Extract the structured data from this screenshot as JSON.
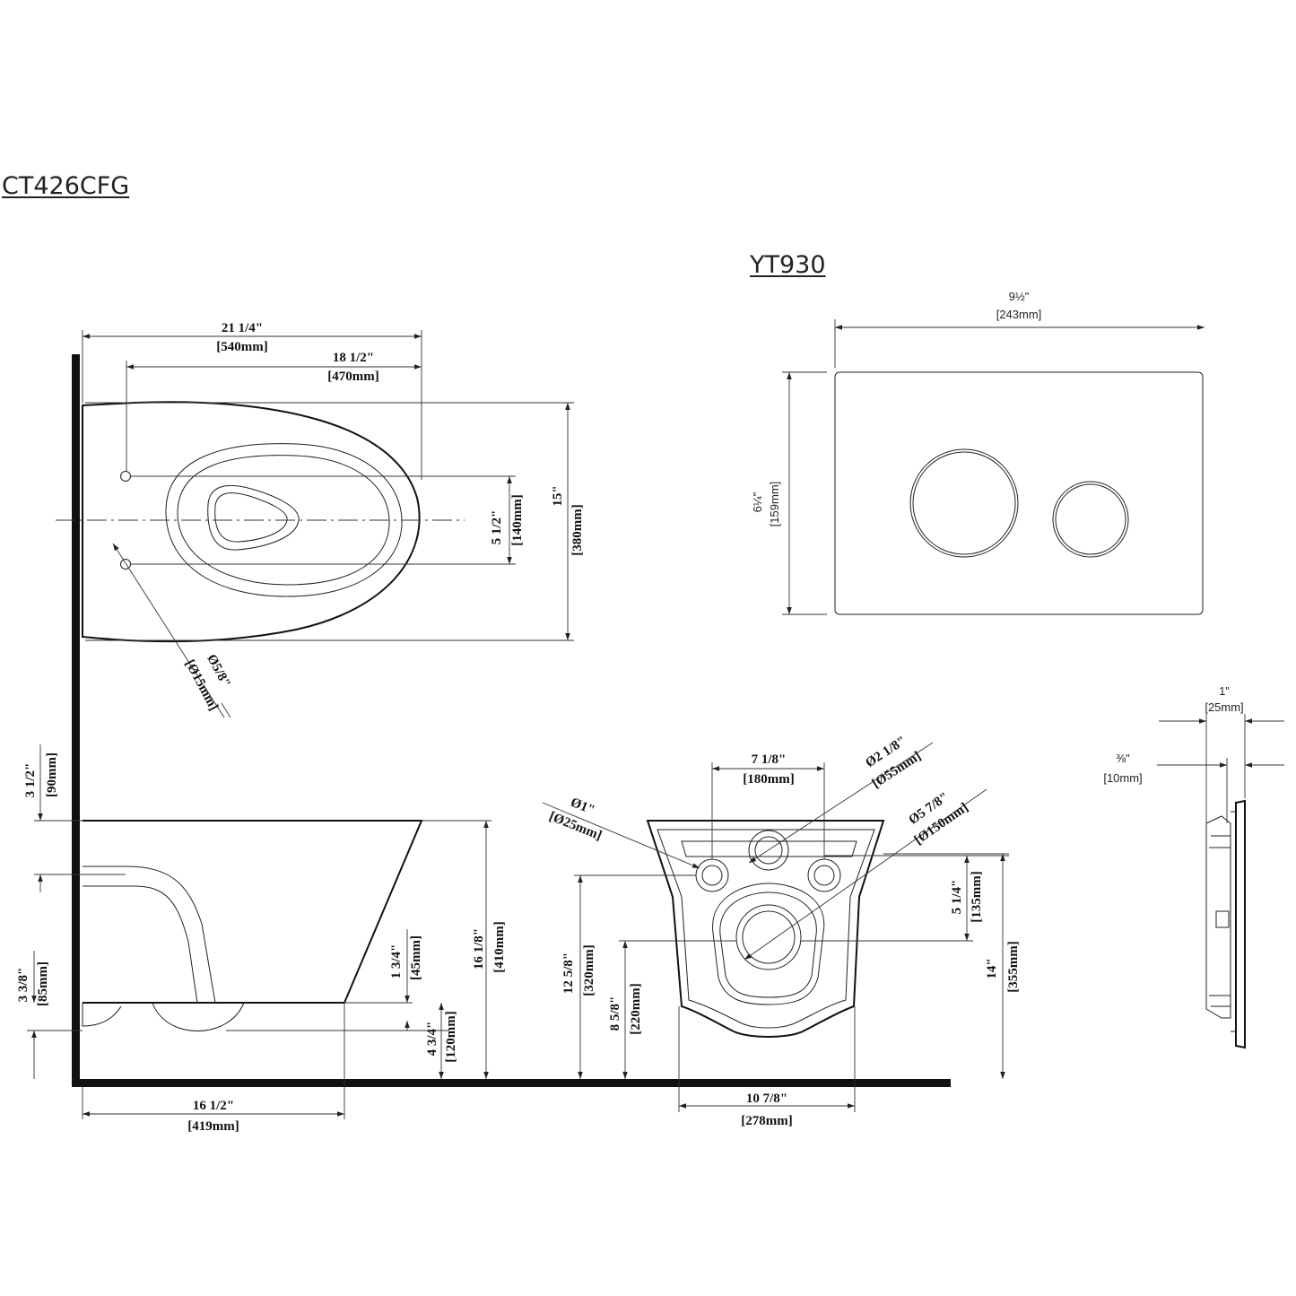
{
  "titles": {
    "toilet_model": "CT426CFG",
    "plate_model": "YT930"
  },
  "top_view": {
    "overall_length": {
      "imperial": "21 1/4\"",
      "metric": "[540mm]"
    },
    "bolt_to_front": {
      "imperial": "18 1/2\"",
      "metric": "[470mm]"
    },
    "overall_width": {
      "imperial": "15\"",
      "metric": "[380mm]"
    },
    "bolt_spacing": {
      "imperial": "5 1/2\"",
      "metric": "[140mm]"
    },
    "bolt_hole": {
      "imperial": "Ø5/8\"",
      "metric": "[Ø15mm]"
    }
  },
  "side_view": {
    "top_thickness": {
      "imperial": "3 1/2\"",
      "metric": "[90mm]"
    },
    "rim_height": {
      "imperial": "16 1/8\"",
      "metric": "[410mm]"
    },
    "base_step": {
      "imperial": "1 3/4\"",
      "metric": "[45mm]"
    },
    "outlet_height": {
      "imperial": "3 3/8\"",
      "metric": "[85mm]"
    },
    "bottom_clearance": {
      "imperial": "4 3/4\"",
      "metric": "[120mm]"
    },
    "base_length": {
      "imperial": "16 1/2\"",
      "metric": "[419mm]"
    }
  },
  "rear_view": {
    "inlet_spacing": {
      "imperial": "7 1/8\"",
      "metric": "[180mm]"
    },
    "center_inlet": {
      "imperial": "Ø2 1/8\"",
      "metric": "[Ø55mm]"
    },
    "side_inlet": {
      "imperial": "Ø1\"",
      "metric": "[Ø25mm]"
    },
    "outlet": {
      "imperial": "Ø5 7/8\"",
      "metric": "[Ø150mm]"
    },
    "inlet_to_outlet": {
      "imperial": "5 1/4\"",
      "metric": "[135mm]"
    },
    "inlet_height": {
      "imperial": "12 5/8\"",
      "metric": "[320mm]"
    },
    "outlet_height": {
      "imperial": "8 5/8\"",
      "metric": "[220mm]"
    },
    "mount_height": {
      "imperial": "14\"",
      "metric": "[355mm]"
    },
    "base_width": {
      "imperial": "10 7/8\"",
      "metric": "[278mm]"
    }
  },
  "plate_front": {
    "width": {
      "imperial": "9½\"",
      "metric": "[243mm]"
    },
    "height": {
      "imperial": "6¼\"",
      "metric": "[159mm]"
    }
  },
  "plate_side": {
    "depth": {
      "imperial": "1\"",
      "metric": "[25mm]"
    },
    "face": {
      "imperial": "⅜\"",
      "metric": "[10mm]"
    }
  }
}
